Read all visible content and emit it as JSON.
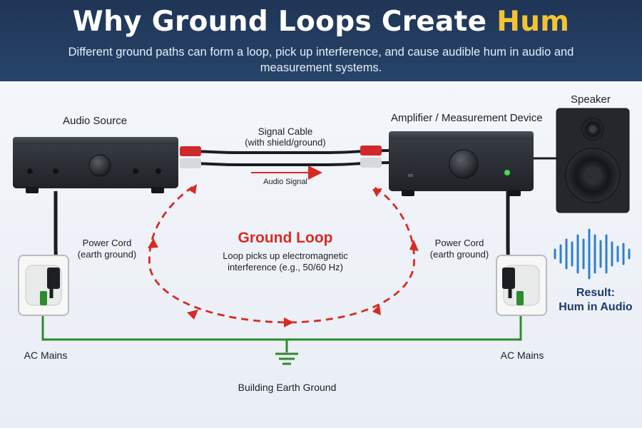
{
  "header": {
    "title_main": "Why Ground Loops Create ",
    "title_highlight": "Hum",
    "subtitle": "Different ground paths can form a loop, pick up interference, and cause audible hum in audio and measurement systems."
  },
  "labels": {
    "audio_source": "Audio Source",
    "amplifier": "Amplifier / Measurement Device",
    "speaker": "Speaker",
    "signal_cable": "Signal Cable",
    "signal_cable_note": "(with shield/ground)",
    "audio_signal": "Audio Signal",
    "power_cord_left": "Power Cord",
    "power_cord_left_note": "(earth ground)",
    "power_cord_right": "Power Cord",
    "power_cord_right_note": "(earth ground)",
    "ac_mains_left": "AC Mains",
    "ac_mains_right": "AC Mains",
    "building_ground": "Building Earth Ground",
    "ground_loop_title": "Ground Loop",
    "ground_loop_desc_1": "Loop picks up electromagnetic",
    "ground_loop_desc_2": "interference (e.g., 50/60 Hz)",
    "result_1": "Result:",
    "result_2": "Hum in Audio"
  },
  "colors": {
    "header_bg": "#1f3556",
    "title_highlight": "#f3c432",
    "loop_red": "#d62b24",
    "ground_green": "#2e8a2e",
    "wave_blue": "#2f7fd0",
    "device_body": "#2a2d33"
  },
  "icons": [
    "knob-icon",
    "power-led-icon",
    "outlet-icon",
    "ground-symbol-icon",
    "sound-wave-icon",
    "rca-connector-icon"
  ]
}
